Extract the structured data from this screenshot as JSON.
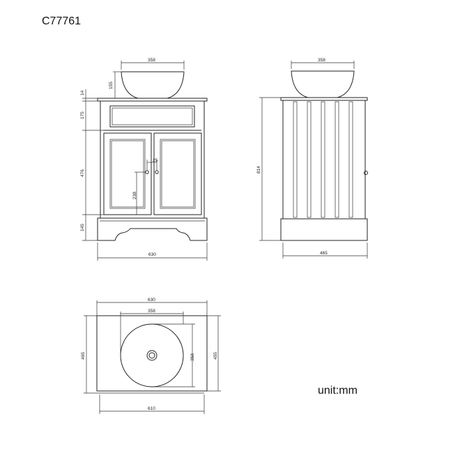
{
  "header": {
    "product_code": "C77761"
  },
  "footer": {
    "unit_label": "unit:mm"
  },
  "front_view": {
    "dims": {
      "basin_width": "358",
      "basin_height": "155",
      "top_thickness": "14",
      "drawer_height": "175",
      "door_height": "476",
      "plinth_height": "145",
      "handle_spacing": "25",
      "handle_height": "238",
      "total_width": "630"
    }
  },
  "side_view": {
    "dims": {
      "basin_width": "358",
      "total_height": "814",
      "depth": "465"
    }
  },
  "top_view": {
    "dims": {
      "top_width": "630",
      "basin_diameter_h": "358",
      "basin_diameter_v": "358",
      "top_depth_outer": "465",
      "top_depth_inner": "455",
      "base_width": "610"
    }
  }
}
